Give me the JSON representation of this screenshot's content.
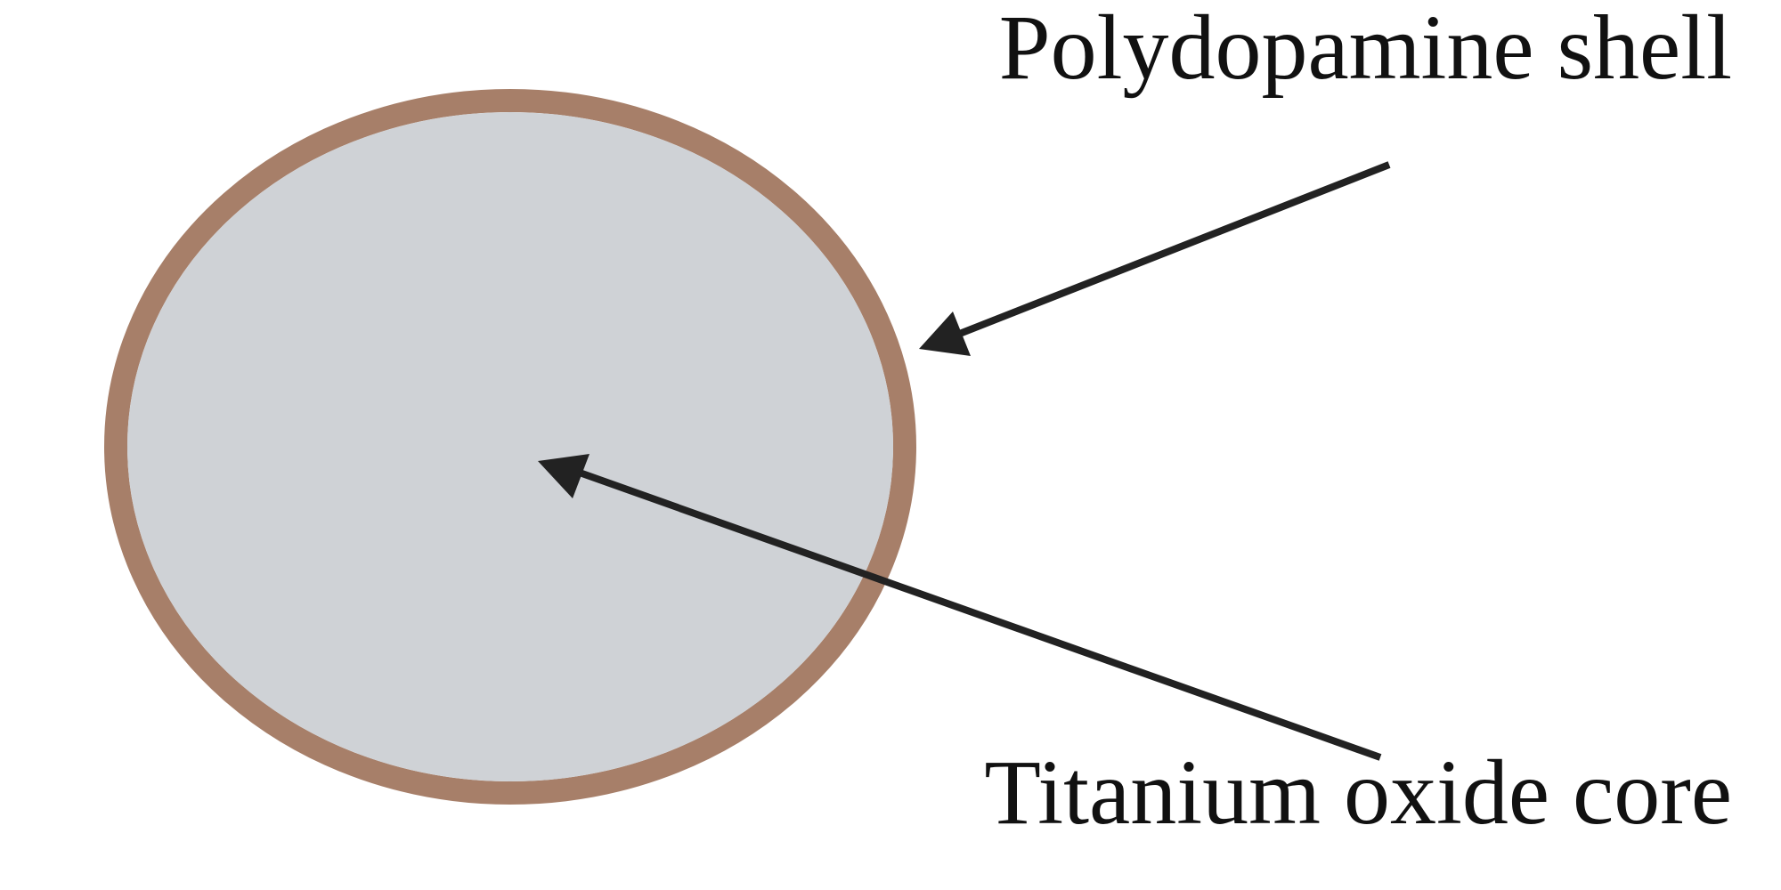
{
  "diagram": {
    "labels": {
      "shell": "Polydopamine shell",
      "core": "Titanium oxide core"
    },
    "colors": {
      "core_fill": "#cfd2d6",
      "shell_stroke": "#a77f69",
      "arrow": "#222222",
      "text": "#111111",
      "background": "#ffffff"
    },
    "parts": [
      {
        "name": "core",
        "material": "Titanium oxide"
      },
      {
        "name": "shell",
        "material": "Polydopamine"
      }
    ]
  }
}
